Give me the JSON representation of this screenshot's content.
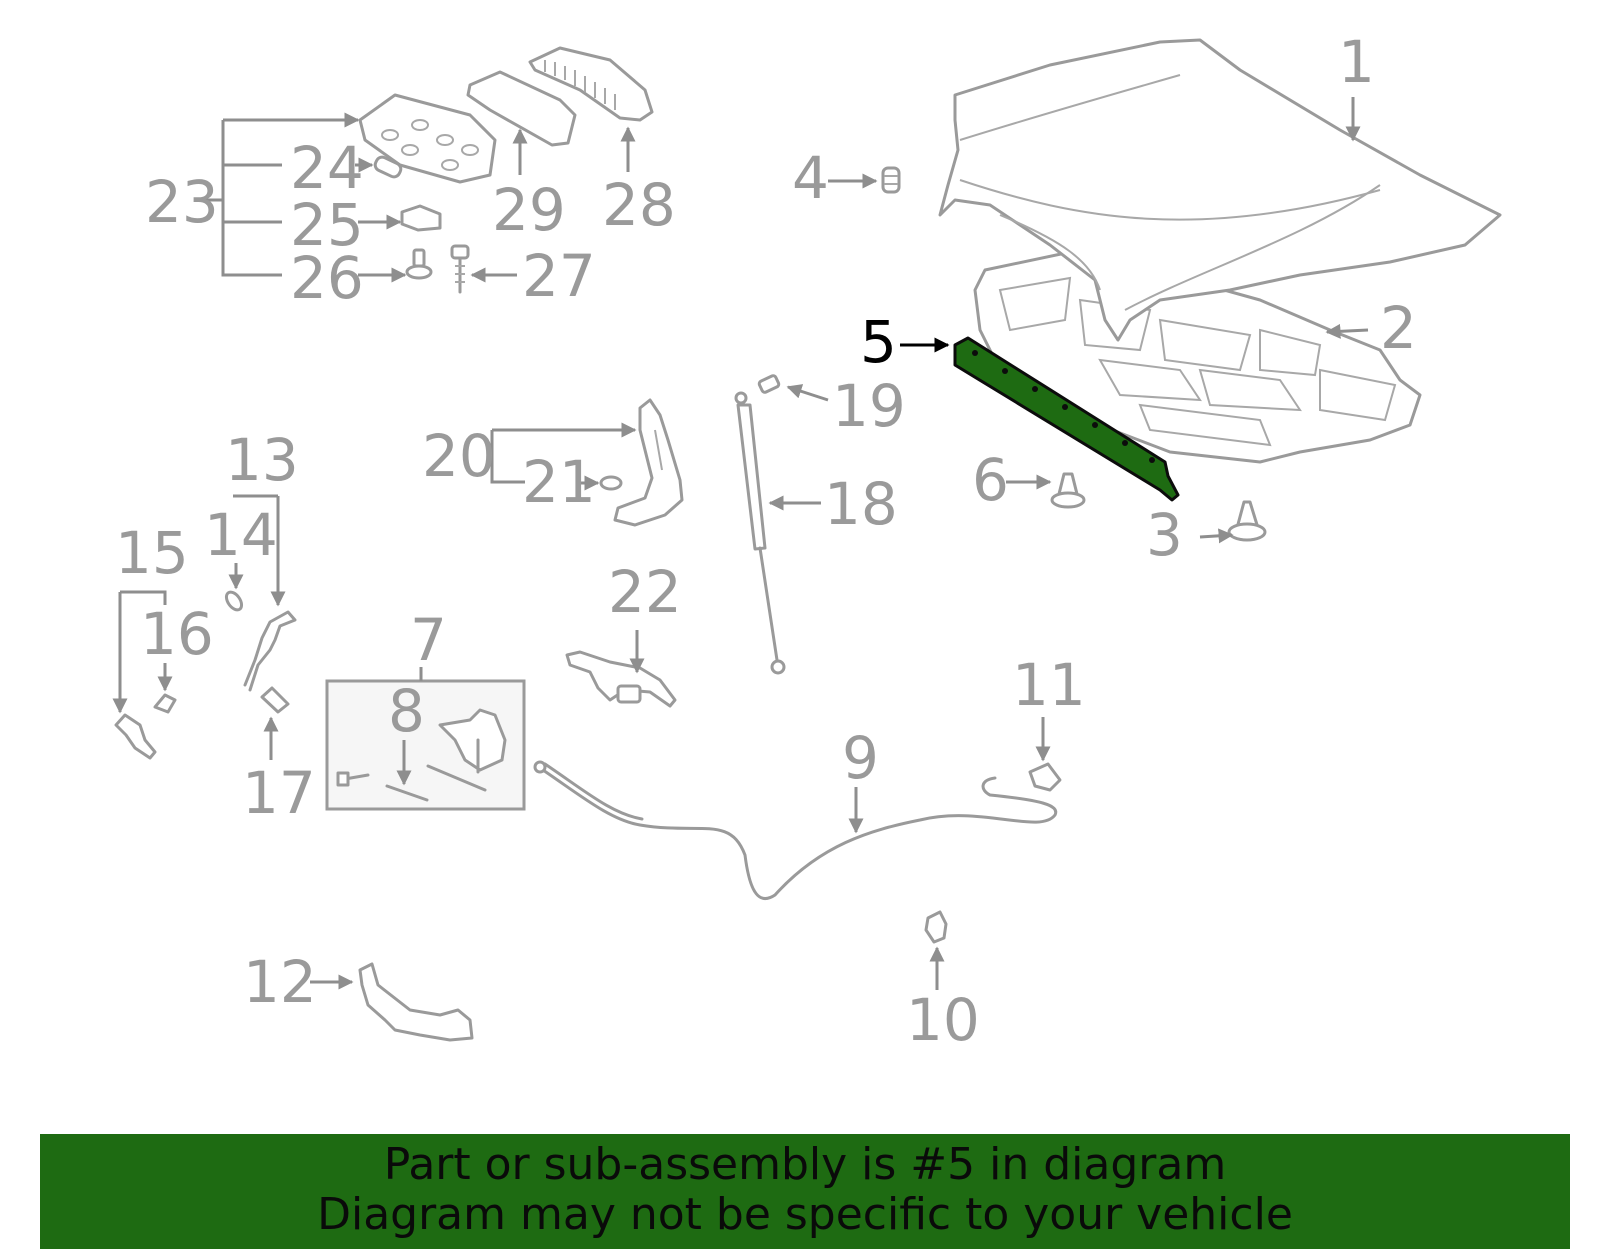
{
  "diagram": {
    "callouts": {
      "c1": "1",
      "c2": "2",
      "c3": "3",
      "c4": "4",
      "c5": "5",
      "c6": "6",
      "c7": "7",
      "c8": "8",
      "c9": "9",
      "c10": "10",
      "c11": "11",
      "c12": "12",
      "c13": "13",
      "c14": "14",
      "c15": "15",
      "c16": "16",
      "c17": "17",
      "c18": "18",
      "c19": "19",
      "c20": "20",
      "c21": "21",
      "c22": "22",
      "c23": "23",
      "c24": "24",
      "c25": "25",
      "c26": "26",
      "c27": "27",
      "c28": "28",
      "c29": "29"
    },
    "highlighted_part": "5",
    "colors": {
      "line": "#9a9a9a",
      "highlight": "#1e6b12",
      "banner": "#1e6b12",
      "text": "#0a0a0a"
    }
  },
  "banner": {
    "line1": "Part or sub-assembly is #5 in diagram",
    "line2": "Diagram may not be specific to your vehicle"
  }
}
